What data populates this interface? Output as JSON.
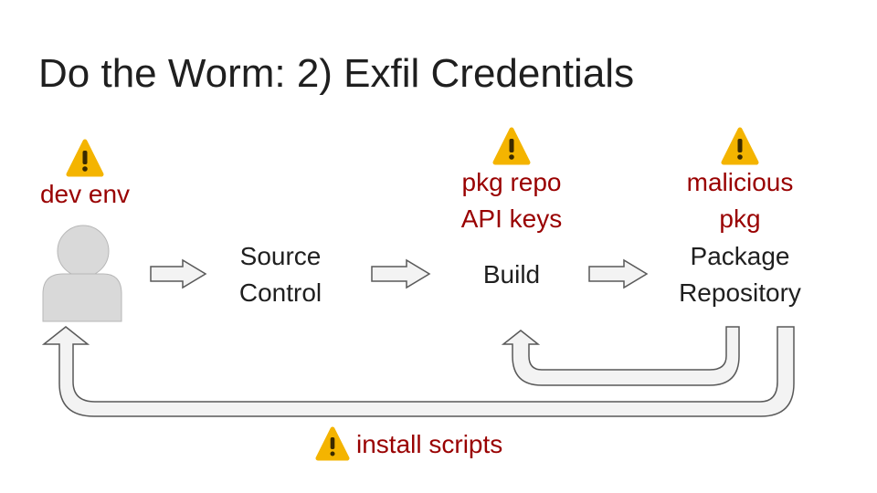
{
  "slide": {
    "title": "Do the Worm: 2) Exfil Credentials"
  },
  "annotations": {
    "dev_env": "dev env",
    "pkg_repo_keys_line1": "pkg repo",
    "pkg_repo_keys_line2": "API keys",
    "malicious_pkg_line1": "malicious",
    "malicious_pkg_line2": "pkg",
    "install_scripts": "install scripts"
  },
  "nodes": {
    "source_control_line1": "Source",
    "source_control_line2": "Control",
    "build": "Build",
    "package_repository_line1": "Package",
    "package_repository_line2": "Repository"
  },
  "colors": {
    "warning_fill": "#f4b400",
    "annotation_text": "#990000",
    "person_fill": "#d9d9d9",
    "arrow_fill": "#f3f3f3",
    "arrow_stroke": "#595959"
  },
  "icons": {
    "warning": "warning-icon",
    "person": "person-icon",
    "arrow": "right-arrow-icon"
  }
}
